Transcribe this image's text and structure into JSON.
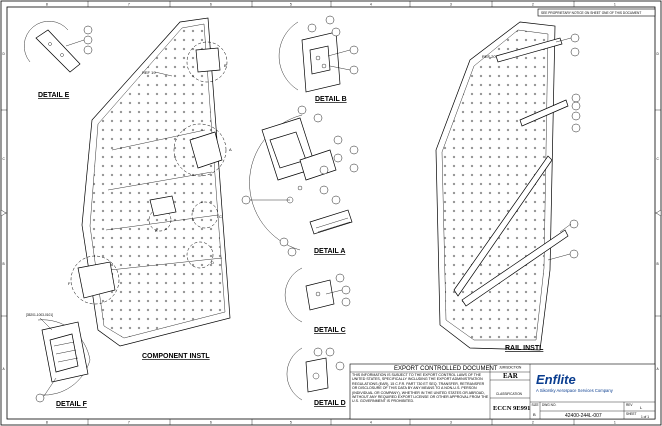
{
  "notice": "SEE PROPRIETARY NOTICE ON SHEET ONE OF THIS DOCUMENT",
  "zones": {
    "columns": [
      "8",
      "7",
      "6",
      "5",
      "4",
      "3",
      "2",
      "1"
    ],
    "rows": [
      "D",
      "C",
      "B",
      "A"
    ]
  },
  "views": {
    "detail_e": "DETAIL  E",
    "detail_b": "DETAIL  B",
    "detail_a": "DETAIL  A",
    "detail_c": "DETAIL  C",
    "detail_d": "DETAIL  D",
    "detail_f": "DETAIL  F",
    "component": "COMPONENT INSTL",
    "rail": "RAIL INSTL"
  },
  "callouts": {
    "ref19": "REF 19",
    "ref20": "REF 20",
    "ref_part": "[35201-1003-0101]",
    "a": "A",
    "b": "B",
    "c": "C",
    "d": "D",
    "e": "E",
    "f": "F"
  },
  "title_block": {
    "heading": "EXPORT CONTROLLED DOCUMENT",
    "body": "THIS INFORMATION IS SUBJECT TO THE EXPORT CONTROL LAWS OF THE UNITED STATES, SPECIFICALLY INCLUDING THE EXPORT ADMINISTRATION REGULATIONS (EAR), 15 C.F.R. PART 730 ET SEQ. TRANSFER, RETRANSFER OR DISCLOSURE OF THIS DATA BY ANY MEANS TO A NON-U.S. PERSON (INDIVIDUAL OR COMPANY), WHETHER IN THE UNITED STATES OR ABROAD, WITHOUT ANY REQUIRED EXPORT LICENSE OR OTHER APPROVAL FROM THE U.S. GOVERNMENT IS PROHIBITED.",
    "jurisdiction_label": "JURISDICTION",
    "jurisdiction": "EAR",
    "classification_label": "CLASSIFICATION",
    "classification": "ECCN 9E991",
    "company": "Enflite",
    "company_sub": "A Sikorsky Aerospace Services Company",
    "size_label": "SIZE",
    "size": "B",
    "dwg_no_label": "DWG NO.",
    "dwg_no": "42400-244L-007",
    "rev_label": "REV",
    "rev": "L",
    "sheet_label": "SHEET",
    "sheet": "1 of 1"
  }
}
